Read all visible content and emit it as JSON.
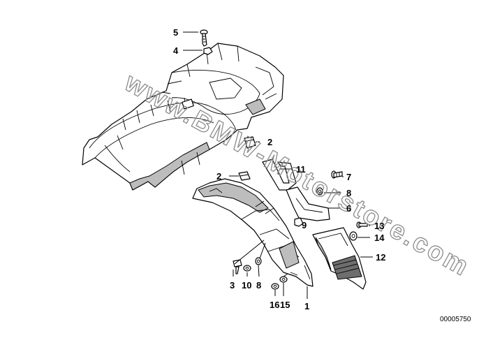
{
  "diagram_id": "00005750",
  "watermark": "www.BMW-Motorstore.com",
  "callouts": {
    "c1": "1",
    "c2a": "2",
    "c2b": "2",
    "c3": "3",
    "c4": "4",
    "c5": "5",
    "c6": "6",
    "c7": "7",
    "c8a": "8",
    "c8b": "8",
    "c9": "9",
    "c10": "10",
    "c11": "11",
    "c12": "12",
    "c13": "13",
    "c14": "14",
    "c15": "15",
    "c16": "16"
  },
  "colors": {
    "line": "#000000",
    "shade": "#bdbdbd",
    "watermark": "#8c8c8c"
  }
}
